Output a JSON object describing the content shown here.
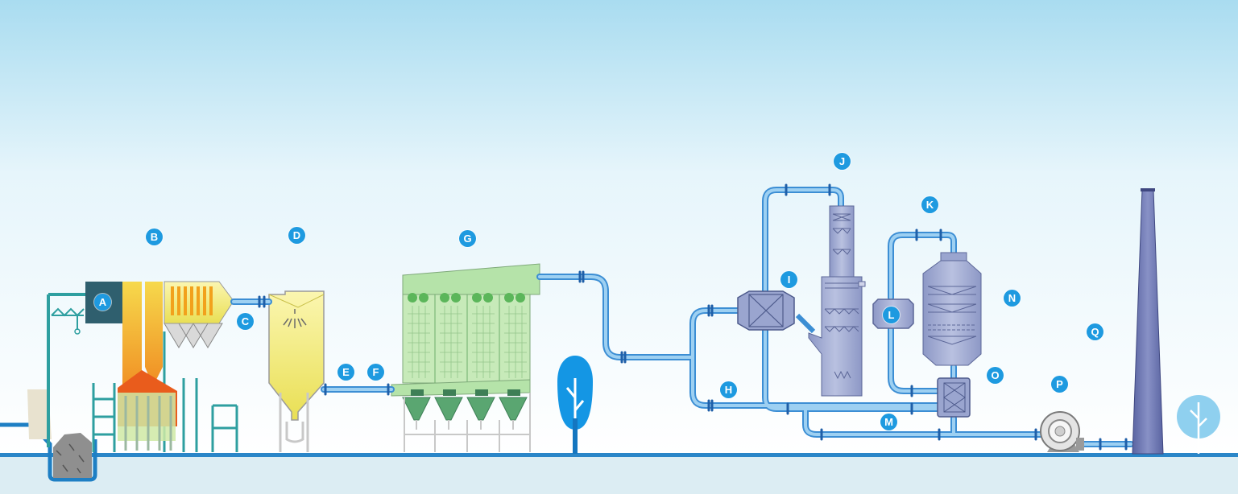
{
  "diagram": {
    "colors": {
      "sky_top": "#a9dcf0",
      "sky_bottom": "#ffffff",
      "ground": "#dcedf3",
      "ground_line": "#2a86c8",
      "pipe": "#78b7e6",
      "pipe_dark": "#1f74bd",
      "label": "#1e9ae0",
      "boiler_teal": "#2e9fa0",
      "boiler_dark": "#2f5f6e",
      "cyclone_yellow": "#f4ee8a",
      "baghouse_green": "#b5e3a9",
      "scrubber_purple": "#8e9bc8",
      "tree_blue": "#1496e4",
      "stack": "#6d78b3"
    },
    "labels": [
      {
        "id": "A",
        "text": "A"
      },
      {
        "id": "B",
        "text": "B"
      },
      {
        "id": "C",
        "text": "C"
      },
      {
        "id": "D",
        "text": "D"
      },
      {
        "id": "E",
        "text": "E"
      },
      {
        "id": "F",
        "text": "F"
      },
      {
        "id": "G",
        "text": "G"
      },
      {
        "id": "H",
        "text": "H"
      },
      {
        "id": "I",
        "text": "I"
      },
      {
        "id": "J",
        "text": "J"
      },
      {
        "id": "K",
        "text": "K"
      },
      {
        "id": "L",
        "text": "L"
      },
      {
        "id": "M",
        "text": "M"
      },
      {
        "id": "N",
        "text": "N"
      },
      {
        "id": "O",
        "text": "O"
      },
      {
        "id": "P",
        "text": "P"
      },
      {
        "id": "Q",
        "text": "Q"
      }
    ]
  }
}
